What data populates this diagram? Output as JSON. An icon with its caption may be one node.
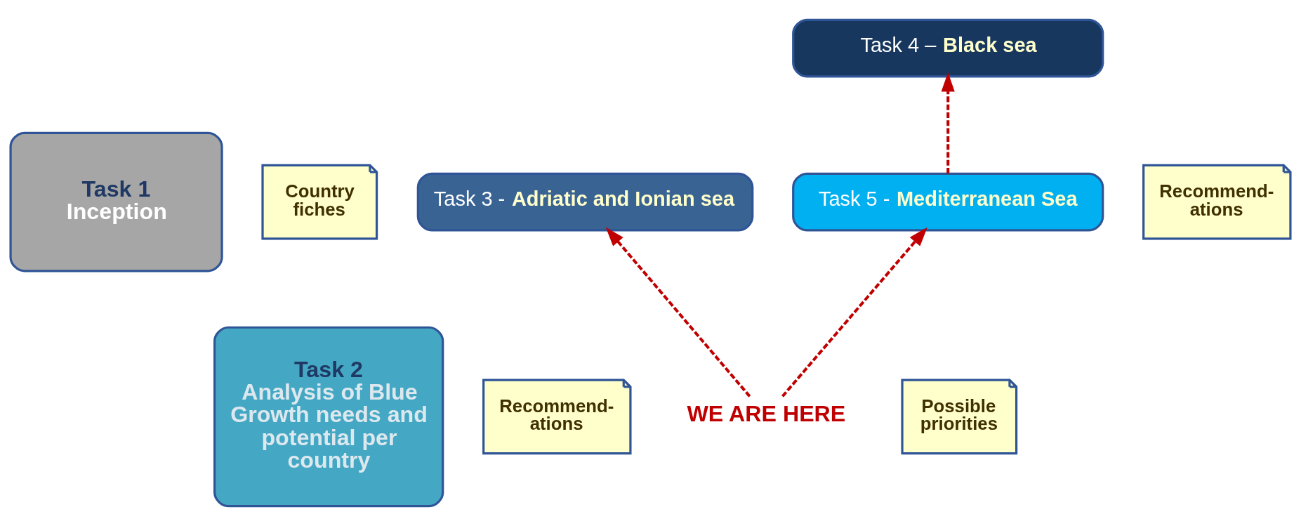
{
  "diagram": {
    "nodes": [
      {
        "text": [
          "Task 1",
          "Inception"
        ]
      },
      {
        "text": [
          "Task 2",
          "Analysis of Blue Growth needs and potential per country"
        ]
      },
      {
        "text": [
          "Country fiches"
        ]
      },
      {
        "text": [
          "Recommend- ations"
        ]
      },
      {
        "text": [
          "Task 3 - **Adriatic and Ionian sea**"
        ]
      },
      {
        "text": [
          "Task 4 – **Black sea**"
        ]
      },
      {
        "text": [
          "Task 5 - **Mediterranean Sea**"
        ]
      },
      {
        "text": [
          "Recommend- ations"
        ]
      },
      {
        "text": [
          "Possible priorities"
        ]
      },
      {
        "text": [
          "WE ARE HERE"
        ]
      }
    ],
    "edges": [
      {
        "from": 9,
        "to": 4,
        "arrow": "to",
        "style": "dashed",
        "color": "#c00000"
      },
      {
        "from": 9,
        "to": 6,
        "arrow": "to",
        "style": "dashed",
        "color": "#c00000"
      },
      {
        "from": 6,
        "to": 5,
        "arrow": "to",
        "style": "dashed",
        "color": "#c00000"
      }
    ]
  }
}
